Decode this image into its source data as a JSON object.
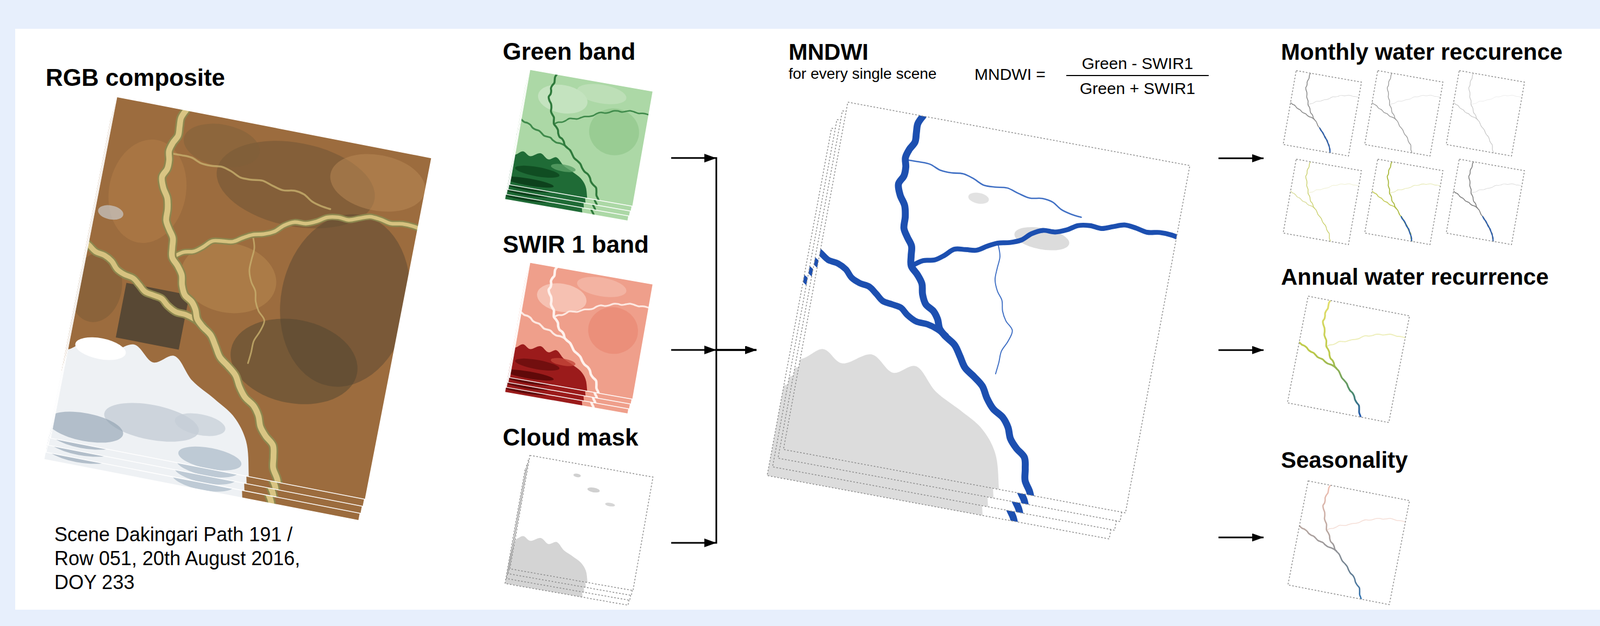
{
  "diagram": {
    "nodes": [
      {
        "text": [
          "RGB composite",
          "Scene Dakingari Path 191 / Row 051, 20th August 2016, DOY 233"
        ]
      },
      {
        "text": [
          "Green band"
        ]
      },
      {
        "text": [
          "SWIR 1 band"
        ]
      },
      {
        "text": [
          "Cloud mask"
        ]
      },
      {
        "text": [
          "MNDWI",
          "for every single scene"
        ]
      },
      {
        "text": [
          "Monthly water reccurence"
        ]
      },
      {
        "text": [
          "Annual water recurrence"
        ]
      },
      {
        "text": [
          "Seasonality"
        ]
      }
    ],
    "edges": [
      {
        "from": 1,
        "to": 4,
        "arrow": "to"
      },
      {
        "from": 2,
        "to": 4,
        "arrow": "to"
      },
      {
        "from": 3,
        "to": 4,
        "arrow": "to"
      },
      {
        "from": 4,
        "to": 5,
        "arrow": "to"
      },
      {
        "from": 4,
        "to": 6,
        "arrow": "to"
      },
      {
        "from": 4,
        "to": 7,
        "arrow": "to"
      }
    ],
    "labels": [
      "MNDWI =",
      "Green - SWIR1",
      "Green + SWIR1"
    ]
  }
}
